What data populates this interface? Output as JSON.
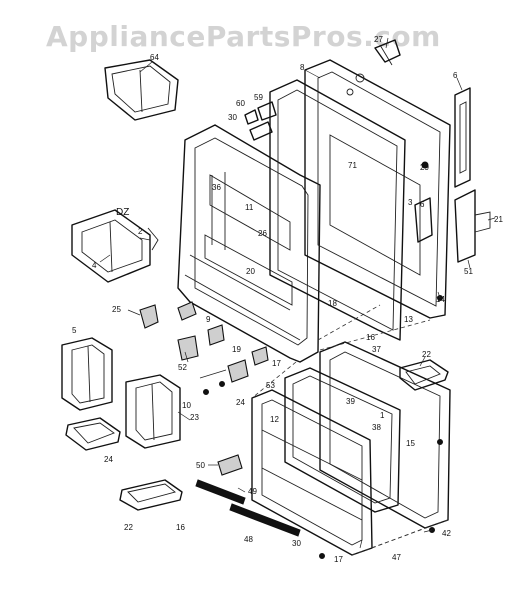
{
  "watermark": "AppliancePartsPros.com",
  "callouts": {
    "c64": "64",
    "c27": "27",
    "c8": "8",
    "c6_top": "6",
    "c59": "59",
    "c60": "60",
    "c30": "30",
    "c71": "71",
    "c29": "29",
    "c36": "36",
    "c21": "21",
    "c51": "51",
    "c14": "14",
    "c22": "22",
    "c18": "18",
    "c13": "13",
    "c16": "16",
    "c20": "20",
    "c25": "25",
    "c9": "9",
    "c19": "19",
    "c52": "52",
    "c17_mid": "17",
    "c53": "53",
    "c26": "26",
    "c5": "5",
    "c10": "10",
    "c23": "23",
    "c24": "24",
    "c4": "4",
    "c2": "2",
    "c37": "37",
    "c22_right": "22",
    "c39": "39",
    "c50": "50",
    "c49": "49",
    "c48": "48",
    "c38": "38",
    "c6_bottom": "6",
    "c47": "47",
    "c17_bottom": "17",
    "c42": "42",
    "c1": "1",
    "c15": "15",
    "c3": "3",
    "c12": "12",
    "c11": "11",
    "handwritten": "DZ"
  }
}
